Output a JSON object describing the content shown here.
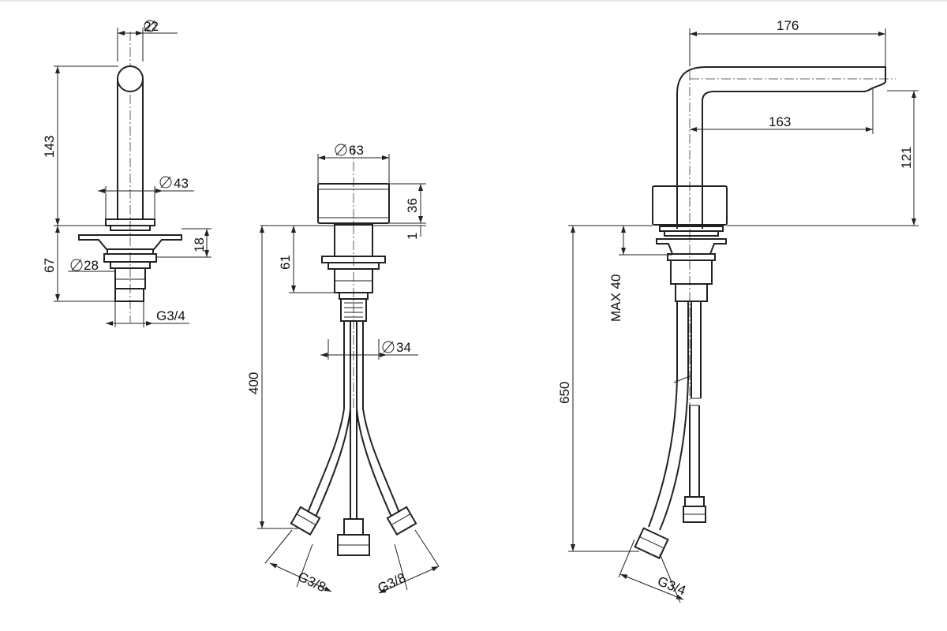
{
  "diagram": {
    "front_view": {
      "dims": {
        "spout_diameter": "22",
        "body_height": "143",
        "body_diameter": "43",
        "fixing_height": "67",
        "flange_thickness": "18",
        "shank_diameter": "28",
        "thread": "G3/4"
      }
    },
    "mixer_view": {
      "dims": {
        "handle_diameter": "63",
        "handle_height": "36",
        "gap": "1",
        "body_length": "61",
        "hose_length": "400",
        "hose_diameter": "34",
        "thread_left": "G3/8",
        "thread_right": "G3/8"
      }
    },
    "side_view": {
      "dims": {
        "total_reach": "176",
        "spout_reach": "163",
        "spout_height": "121",
        "max_deck": "MAX 40",
        "hose_length": "650",
        "thread": "G3/4"
      }
    }
  }
}
